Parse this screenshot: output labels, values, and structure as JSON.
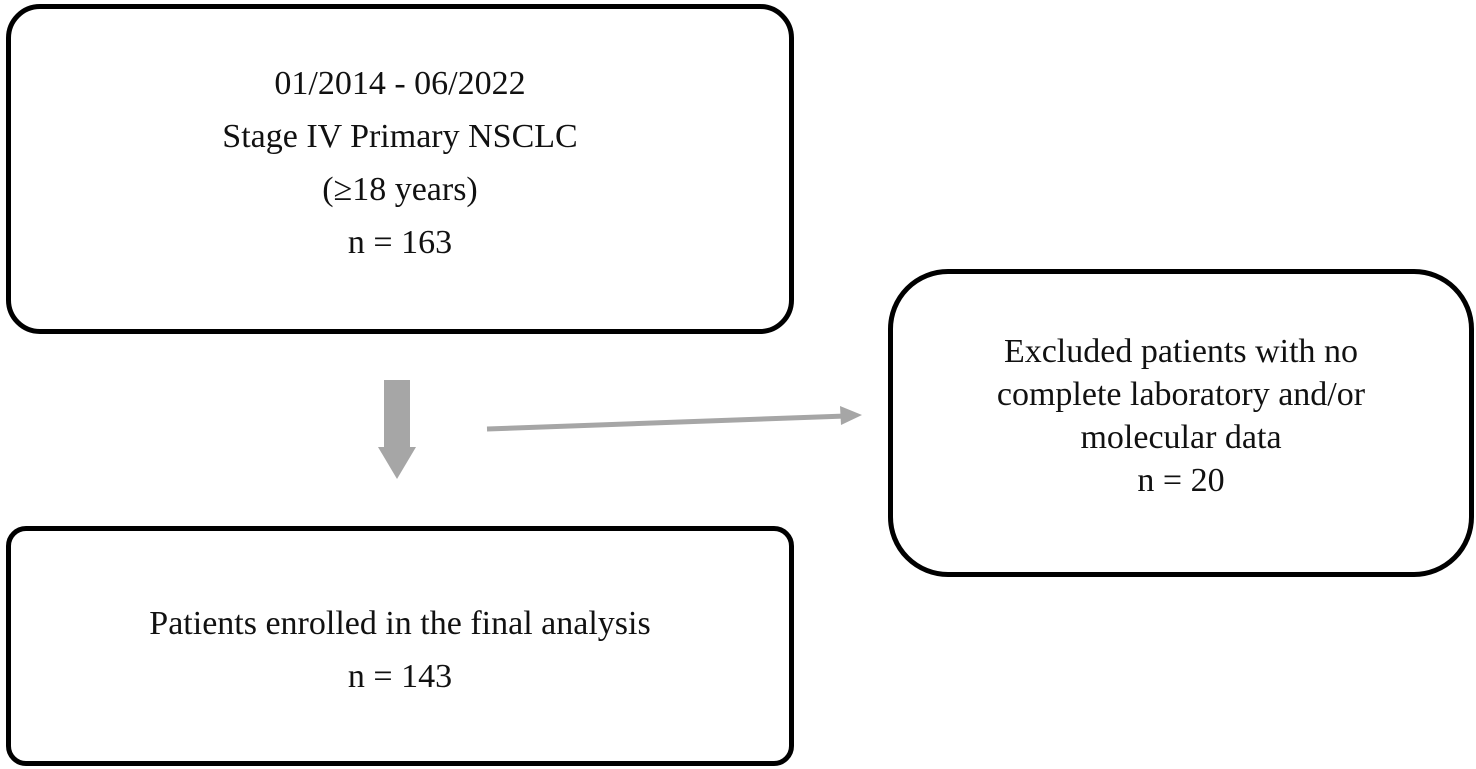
{
  "diagram": {
    "top_box": {
      "lines": [
        "01/2014 - 06/2022",
        "Stage IV Primary NSCLC",
        "(≥18 years)",
        "n = 163"
      ]
    },
    "excluded_box": {
      "lines": [
        "Excluded patients with no",
        "complete laboratory and/or",
        "molecular data",
        "n = 20"
      ]
    },
    "final_box": {
      "lines": [
        "Patients enrolled in the final analysis",
        "n = 143"
      ]
    },
    "colors": {
      "border": "#000000",
      "arrow": "#a6a6a6",
      "text": "#111111"
    }
  }
}
